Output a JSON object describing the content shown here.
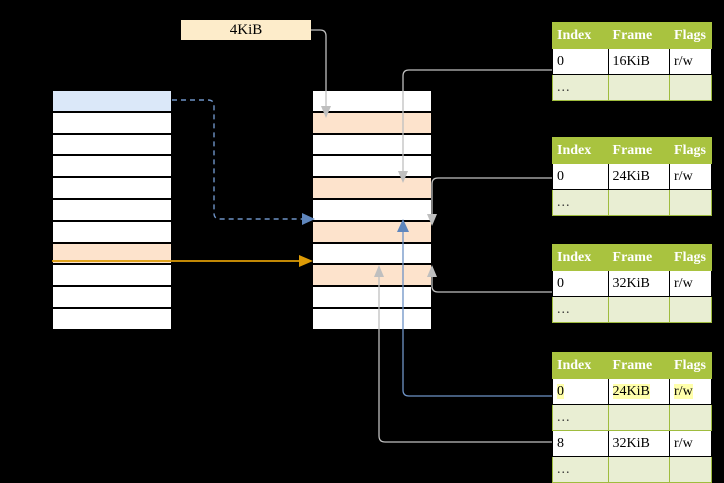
{
  "diagram": {
    "title": "4KiB",
    "background_color": "#000000",
    "size_label": {
      "text": "4KiB",
      "fill": "#fdecca"
    },
    "colors": {
      "header_green": "#a9c33f",
      "dots_green": "#e9eed3",
      "peach": "#fde3cc",
      "blue": "#dbe8f9",
      "highlight_yellow": "#ffffab",
      "orange_arrow": "#dd9b06",
      "blue_arrow": "#6e93c6",
      "gray_arrow": "#bfbfbf"
    }
  },
  "left_column": {
    "name": "virtual-address-space",
    "cells": [
      {
        "fill": "blue",
        "label": ""
      },
      {
        "fill": "white",
        "label": ""
      },
      {
        "fill": "white",
        "label": ""
      },
      {
        "fill": "white",
        "label": ""
      },
      {
        "fill": "white",
        "label": ""
      },
      {
        "fill": "white",
        "label": ""
      },
      {
        "fill": "white",
        "label": ""
      },
      {
        "fill": "peach",
        "label": ""
      },
      {
        "fill": "white",
        "label": ""
      },
      {
        "fill": "white",
        "label": ""
      },
      {
        "fill": "white",
        "label": ""
      }
    ]
  },
  "middle_column": {
    "name": "physical-memory",
    "cells": [
      {
        "fill": "white",
        "label": ""
      },
      {
        "fill": "peach",
        "label": ""
      },
      {
        "fill": "white",
        "label": ""
      },
      {
        "fill": "white",
        "label": ""
      },
      {
        "fill": "peach",
        "label": ""
      },
      {
        "fill": "white",
        "label": ""
      },
      {
        "fill": "peach",
        "label": ""
      },
      {
        "fill": "white",
        "label": ""
      },
      {
        "fill": "peach",
        "label": ""
      },
      {
        "fill": "white",
        "label": ""
      },
      {
        "fill": "white",
        "label": ""
      }
    ]
  },
  "tables": [
    {
      "name": "page-table-1",
      "headers": [
        "Index",
        "Frame",
        "Flags"
      ],
      "rows": [
        {
          "type": "data",
          "cells": [
            "0",
            "16KiB",
            "r/w"
          ],
          "highlight": [
            false,
            false,
            false
          ]
        },
        {
          "type": "dots",
          "cells": [
            "...",
            "",
            ""
          ],
          "highlight": [
            false,
            false,
            false
          ]
        }
      ]
    },
    {
      "name": "page-table-2",
      "headers": [
        "Index",
        "Frame",
        "Flags"
      ],
      "rows": [
        {
          "type": "data",
          "cells": [
            "0",
            "24KiB",
            "r/w"
          ],
          "highlight": [
            false,
            false,
            false
          ]
        },
        {
          "type": "dots",
          "cells": [
            "...",
            "",
            ""
          ],
          "highlight": [
            false,
            false,
            false
          ]
        }
      ]
    },
    {
      "name": "page-table-3",
      "headers": [
        "Index",
        "Frame",
        "Flags"
      ],
      "rows": [
        {
          "type": "data",
          "cells": [
            "0",
            "32KiB",
            "r/w"
          ],
          "highlight": [
            false,
            false,
            false
          ]
        },
        {
          "type": "dots",
          "cells": [
            "...",
            "",
            ""
          ],
          "highlight": [
            false,
            false,
            false
          ]
        }
      ]
    },
    {
      "name": "page-table-4",
      "headers": [
        "Index",
        "Frame",
        "Flags"
      ],
      "rows": [
        {
          "type": "data",
          "cells": [
            "0",
            "24KiB",
            "r/w"
          ],
          "highlight": [
            true,
            true,
            true
          ]
        },
        {
          "type": "dots",
          "cells": [
            "...",
            "",
            ""
          ],
          "highlight": [
            false,
            false,
            false
          ]
        },
        {
          "type": "data",
          "cells": [
            "8",
            "32KiB",
            "r/w"
          ],
          "highlight": [
            false,
            false,
            false
          ]
        },
        {
          "type": "dots",
          "cells": [
            "...",
            "",
            ""
          ],
          "highlight": [
            false,
            false,
            false
          ]
        }
      ]
    }
  ]
}
